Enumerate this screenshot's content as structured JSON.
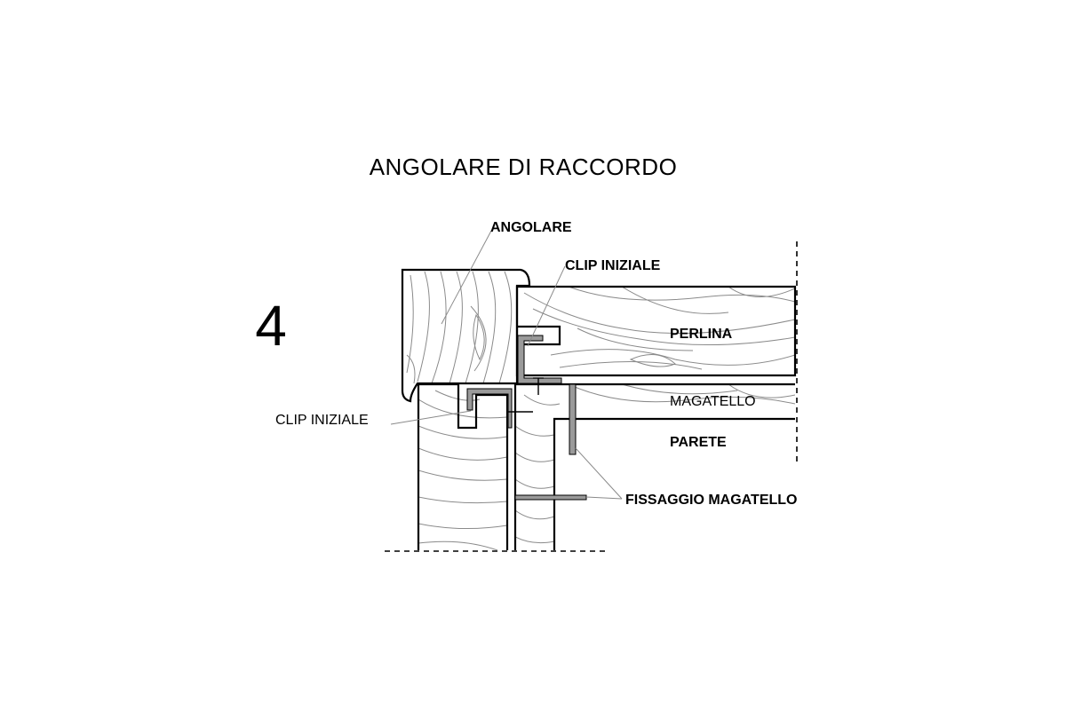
{
  "diagram": {
    "title": "ANGOLARE DI RACCORDO",
    "step_number": "4",
    "labels": {
      "angolare": "ANGOLARE",
      "clip_iniziale_top": "CLIP INIZIALE",
      "perlina": "PERLINA",
      "magatello": "MAGATELLO",
      "parete": "PARETE",
      "clip_iniziale_left": "CLIP INIZIALE",
      "fissaggio_magatello": "FISSAGGIO MAGATELLO"
    }
  }
}
